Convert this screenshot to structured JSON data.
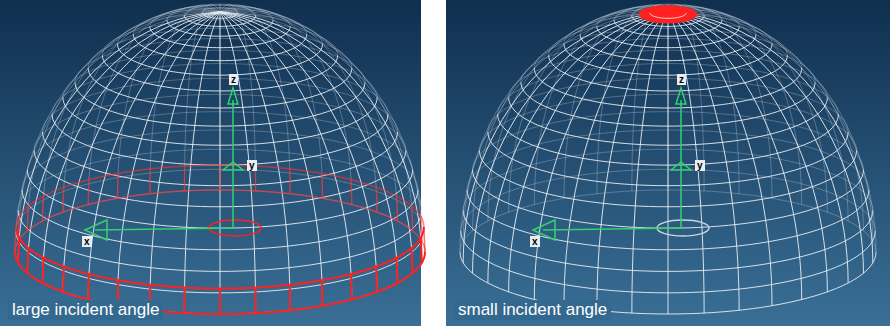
{
  "diagram": {
    "labels": [
      "large incident angle",
      "z",
      "y",
      "x",
      "small incident angle",
      "z",
      "y",
      "x"
    ]
  }
}
